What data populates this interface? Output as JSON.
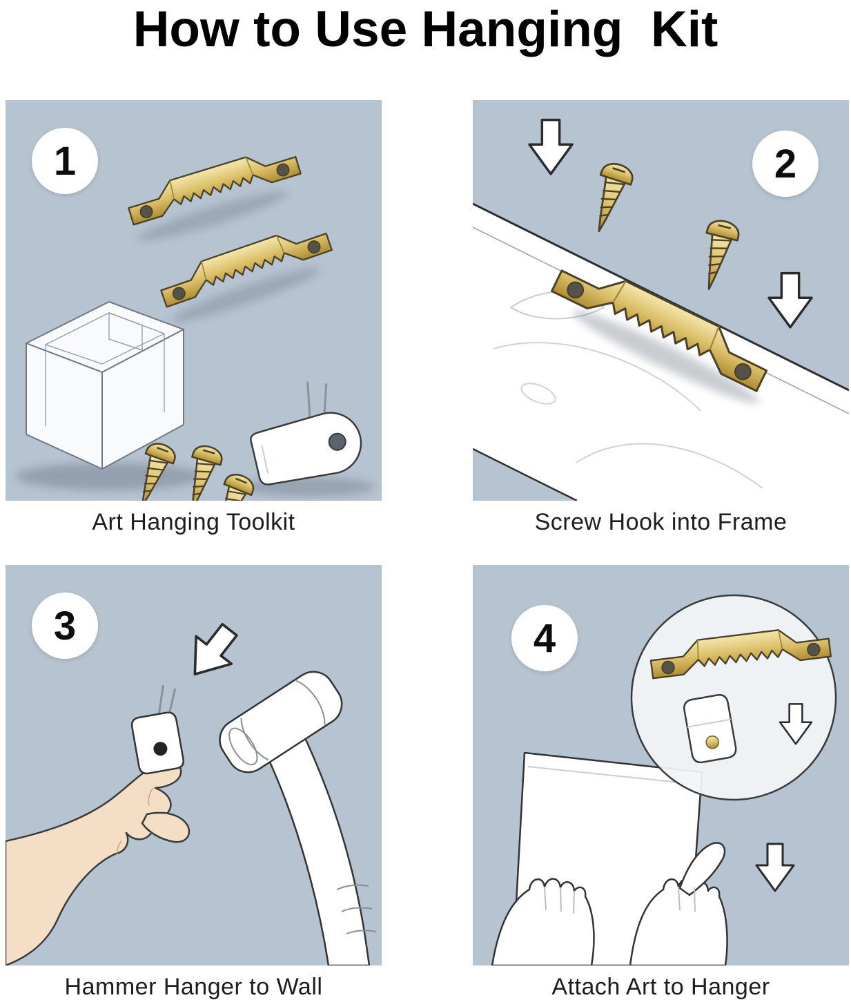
{
  "title": "How to Use Hanging  Kit",
  "panels": [
    {
      "number": "1",
      "caption": "Art Hanging Toolkit",
      "elements": [
        "storage-box",
        "sawtooth-hanger",
        "screws",
        "plastic-hook"
      ]
    },
    {
      "number": "2",
      "caption": "Screw Hook into Frame",
      "elements": [
        "frame-board",
        "sawtooth-hanger",
        "screws",
        "down-arrows"
      ]
    },
    {
      "number": "3",
      "caption": "Hammer Hanger to Wall",
      "elements": [
        "hand",
        "plastic-hook",
        "hammer",
        "down-arrow"
      ]
    },
    {
      "number": "4",
      "caption": "Attach Art to Hanger",
      "elements": [
        "canvas",
        "magnifier-detail",
        "sawtooth-hanger",
        "plastic-hook",
        "hands",
        "down-arrow"
      ]
    }
  ],
  "colors": {
    "panel_background": "#b6c3d1",
    "brass": "#dcc06a",
    "outline": "#2b2b2b",
    "paper": "#ffffff",
    "skin": "#f4dfc6"
  }
}
